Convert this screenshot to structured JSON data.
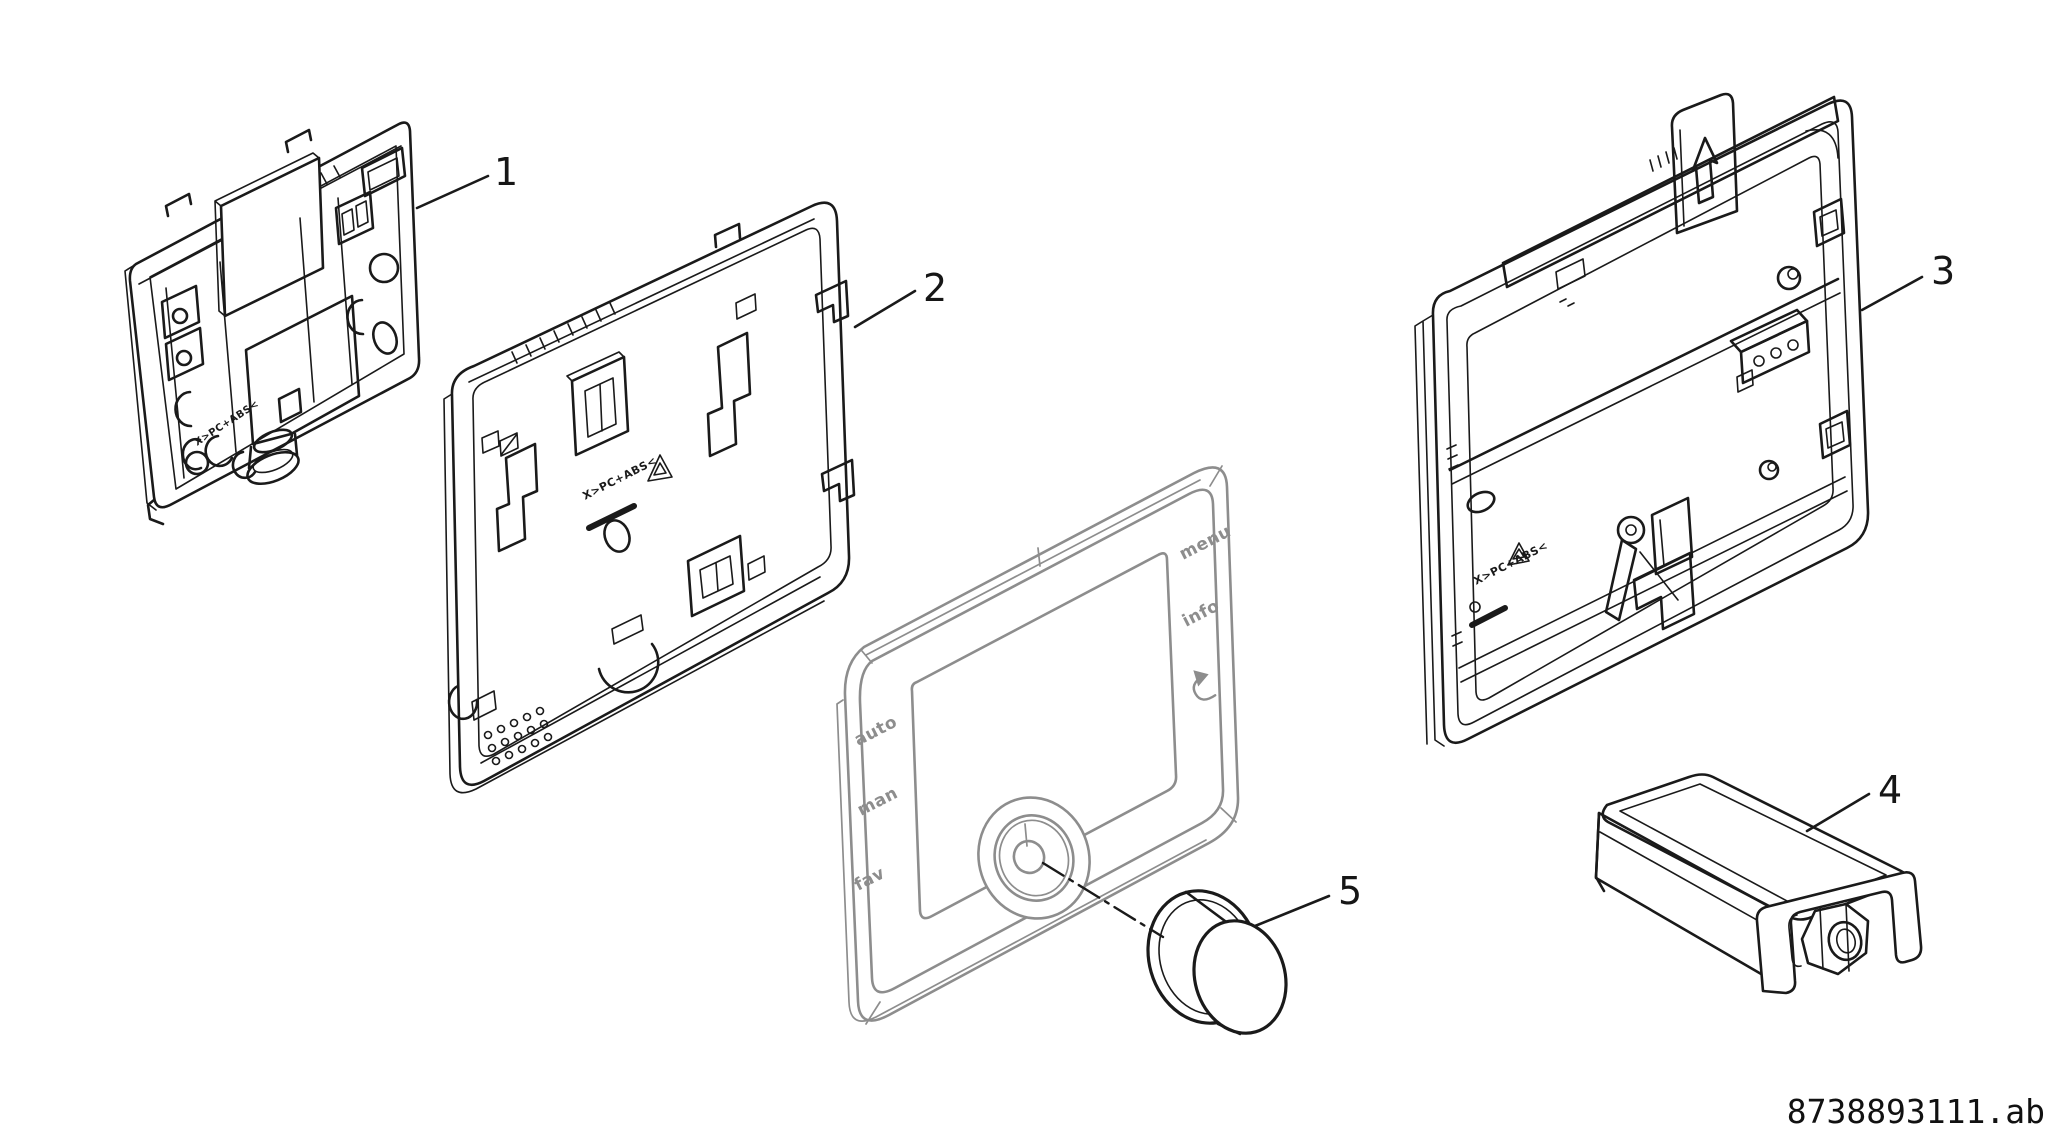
{
  "diagram": {
    "drawing_number": "8738893111.ab",
    "callouts": [
      {
        "number": "1"
      },
      {
        "number": "2"
      },
      {
        "number": "3"
      },
      {
        "number": "4"
      },
      {
        "number": "5"
      }
    ]
  },
  "display_unit": {
    "buttons": {
      "menu": "menu",
      "info": "info",
      "auto": "auto",
      "man": "man",
      "fav": "fav"
    }
  },
  "moldings": {
    "material": "X>PC+ABS<"
  },
  "colors": {
    "part_line": "#1a1a1a",
    "display_line": "#8d8d8d",
    "background": "#ffffff"
  }
}
